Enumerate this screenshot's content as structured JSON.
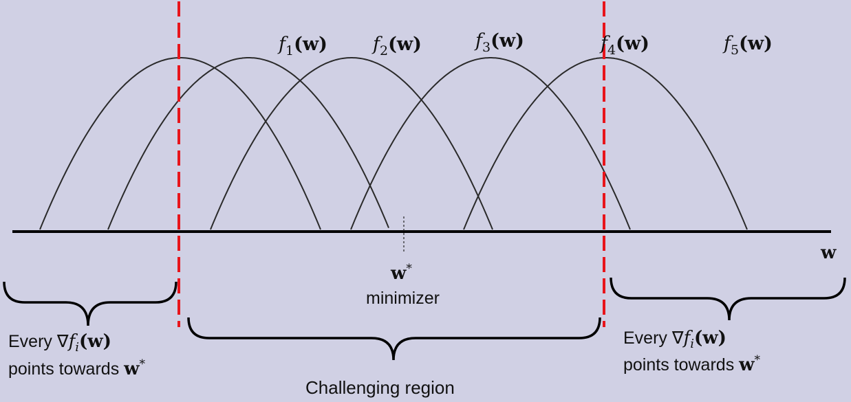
{
  "colors": {
    "background": "#d0d0e4",
    "curve": "#2a2a2a",
    "axis": "#000000",
    "boundary": "#e8141b"
  },
  "functions": [
    {
      "name": "f",
      "subscript": "1",
      "arg": "(w)"
    },
    {
      "name": "f",
      "subscript": "2",
      "arg": "(w)"
    },
    {
      "name": "f",
      "subscript": "3",
      "arg": "(w)"
    },
    {
      "name": "f",
      "subscript": "4",
      "arg": "(w)"
    },
    {
      "name": "f",
      "subscript": "5",
      "arg": "(w)"
    }
  ],
  "axis": {
    "label": "w"
  },
  "minimizer": {
    "symbol": "w",
    "superscript": "*",
    "caption": "minimizer"
  },
  "regions": {
    "left": {
      "line1_prefix": "Every ∇",
      "fn": "f",
      "sub": "i",
      "arg": "(w)",
      "line2_prefix": "points towards ",
      "target": "w",
      "target_sup": "*"
    },
    "middle": {
      "label": "Challenging region"
    },
    "right": {
      "line1_prefix": "Every ∇",
      "fn": "f",
      "sub": "i",
      "arg": "(w)",
      "line2_prefix": "points towards ",
      "target": "w",
      "target_sup": "*"
    }
  }
}
